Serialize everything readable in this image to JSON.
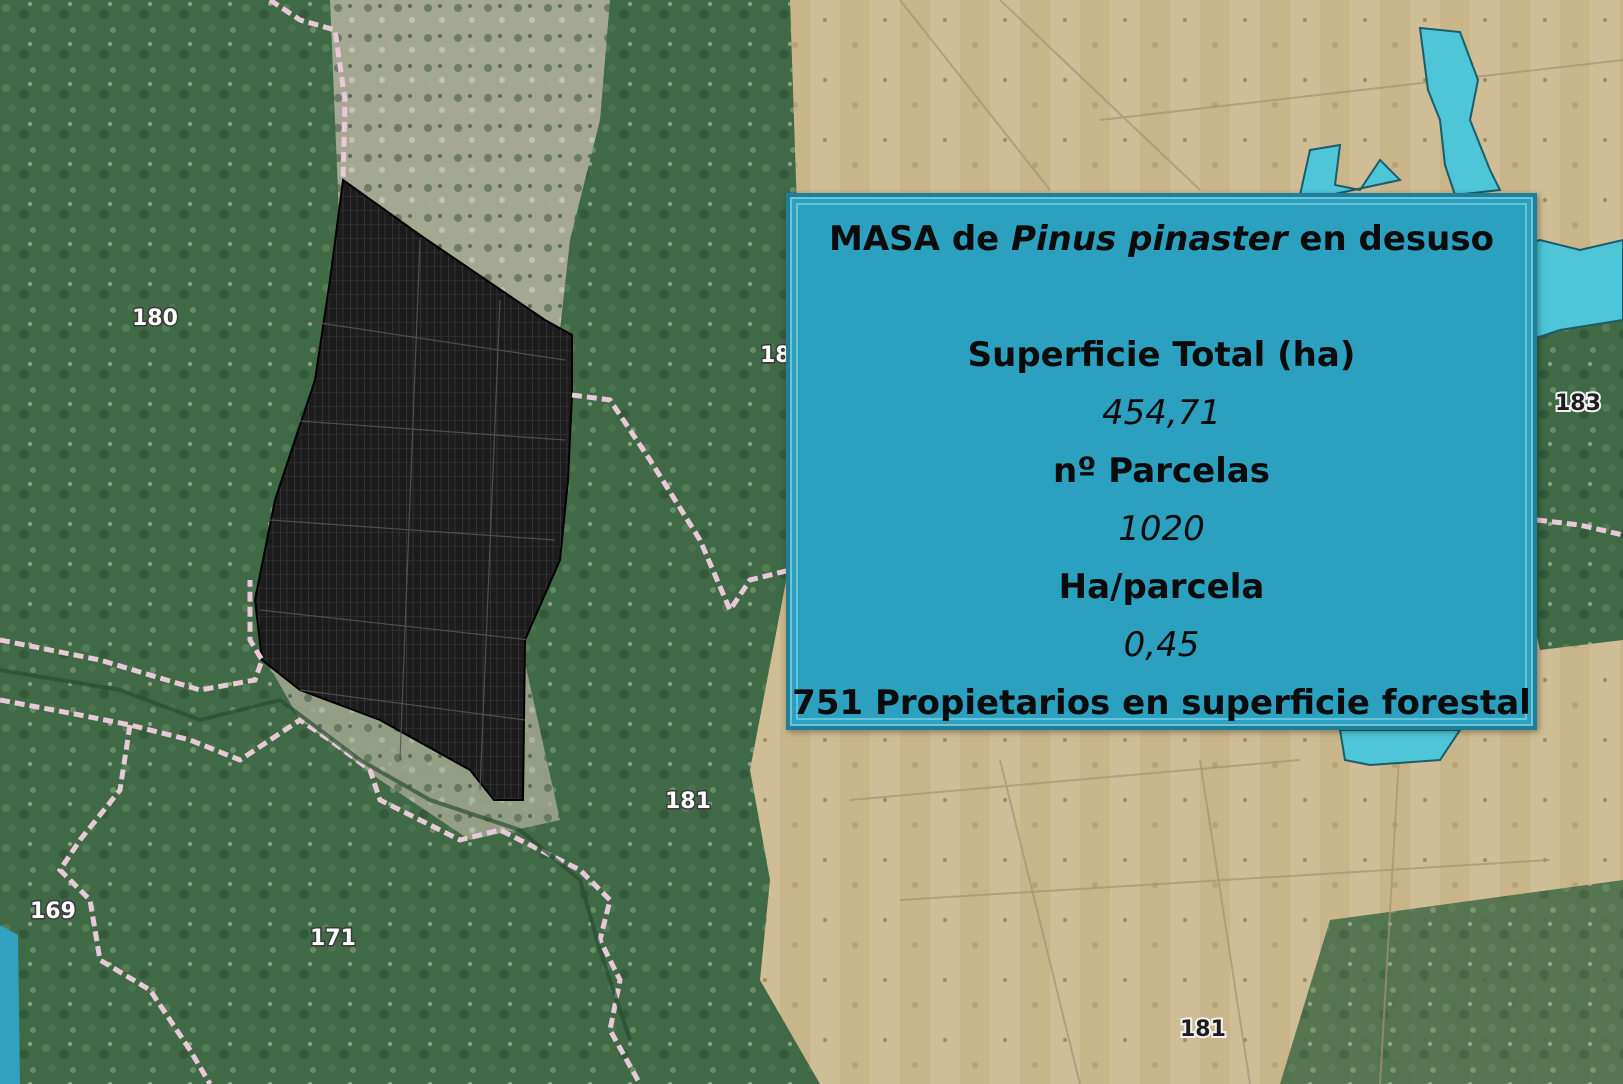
{
  "info_box": {
    "title_prefix": "MASA de",
    "title_species": "Pinus pinaster",
    "title_suffix": "en desuso",
    "surface_label": "Superficie Total (ha)",
    "surface_value": "454,71",
    "parcels_label": "nº Parcelas",
    "parcels_value": "1020",
    "ha_per_parcel_label": "Ha/parcela",
    "ha_per_parcel_value": "0,45",
    "owners_text": "751 Propietarios en superficie forestal"
  },
  "map_labels": {
    "label_180": "180",
    "label_18": "18",
    "label_183": "183",
    "label_181_a": "181",
    "label_169": "169",
    "label_171": "171",
    "label_181_b": "181"
  },
  "colors": {
    "forest": "#3f6b45",
    "farmland": "#cbb88f",
    "water": "#4fc6d8",
    "info_box": "#2ba0bf",
    "boundary": "#e8c8d8",
    "parcel_mass": "#1d1d1d"
  }
}
